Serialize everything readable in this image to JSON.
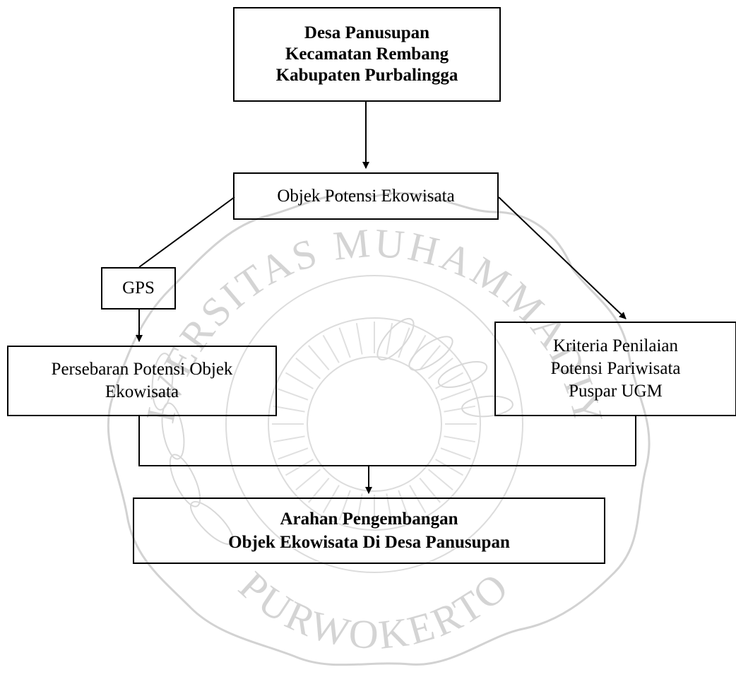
{
  "diagram": {
    "nodes": {
      "desa": {
        "lines": [
          "Desa Panusupan",
          "Kecamatan Rembang",
          "Kabupaten Purbalingga"
        ]
      },
      "objek_potensi": {
        "lines": [
          "Objek Potensi Ekowisata"
        ]
      },
      "gps": {
        "lines": [
          "GPS"
        ]
      },
      "persebaran": {
        "lines": [
          "Persebaran Potensi Objek",
          "Ekowisata"
        ]
      },
      "kriteria": {
        "lines": [
          "Kriteria Penilaian",
          "Potensi Pariwisata",
          "Puspar UGM"
        ]
      },
      "arahan": {
        "lines": [
          "Arahan Pengembangan",
          "Objek Ekowisata Di Desa Panusupan"
        ]
      }
    },
    "edges": [
      {
        "from": "desa",
        "to": "objek_potensi",
        "arrow": true
      },
      {
        "from": "objek_potensi",
        "to": "gps",
        "arrow": false
      },
      {
        "from": "gps",
        "to": "persebaran",
        "arrow": true
      },
      {
        "from": "objek_potensi",
        "to": "kriteria",
        "arrow": true
      },
      {
        "from": "persebaran",
        "to": "arahan",
        "arrow": true
      },
      {
        "from": "kriteria",
        "to": "arahan",
        "arrow": true
      }
    ]
  },
  "watermark": {
    "arc_top": "UNIVERSITAS MUHAMMADIYAH",
    "arc_bottom": "PURWOKERTO",
    "color": "#c9c9c9"
  }
}
